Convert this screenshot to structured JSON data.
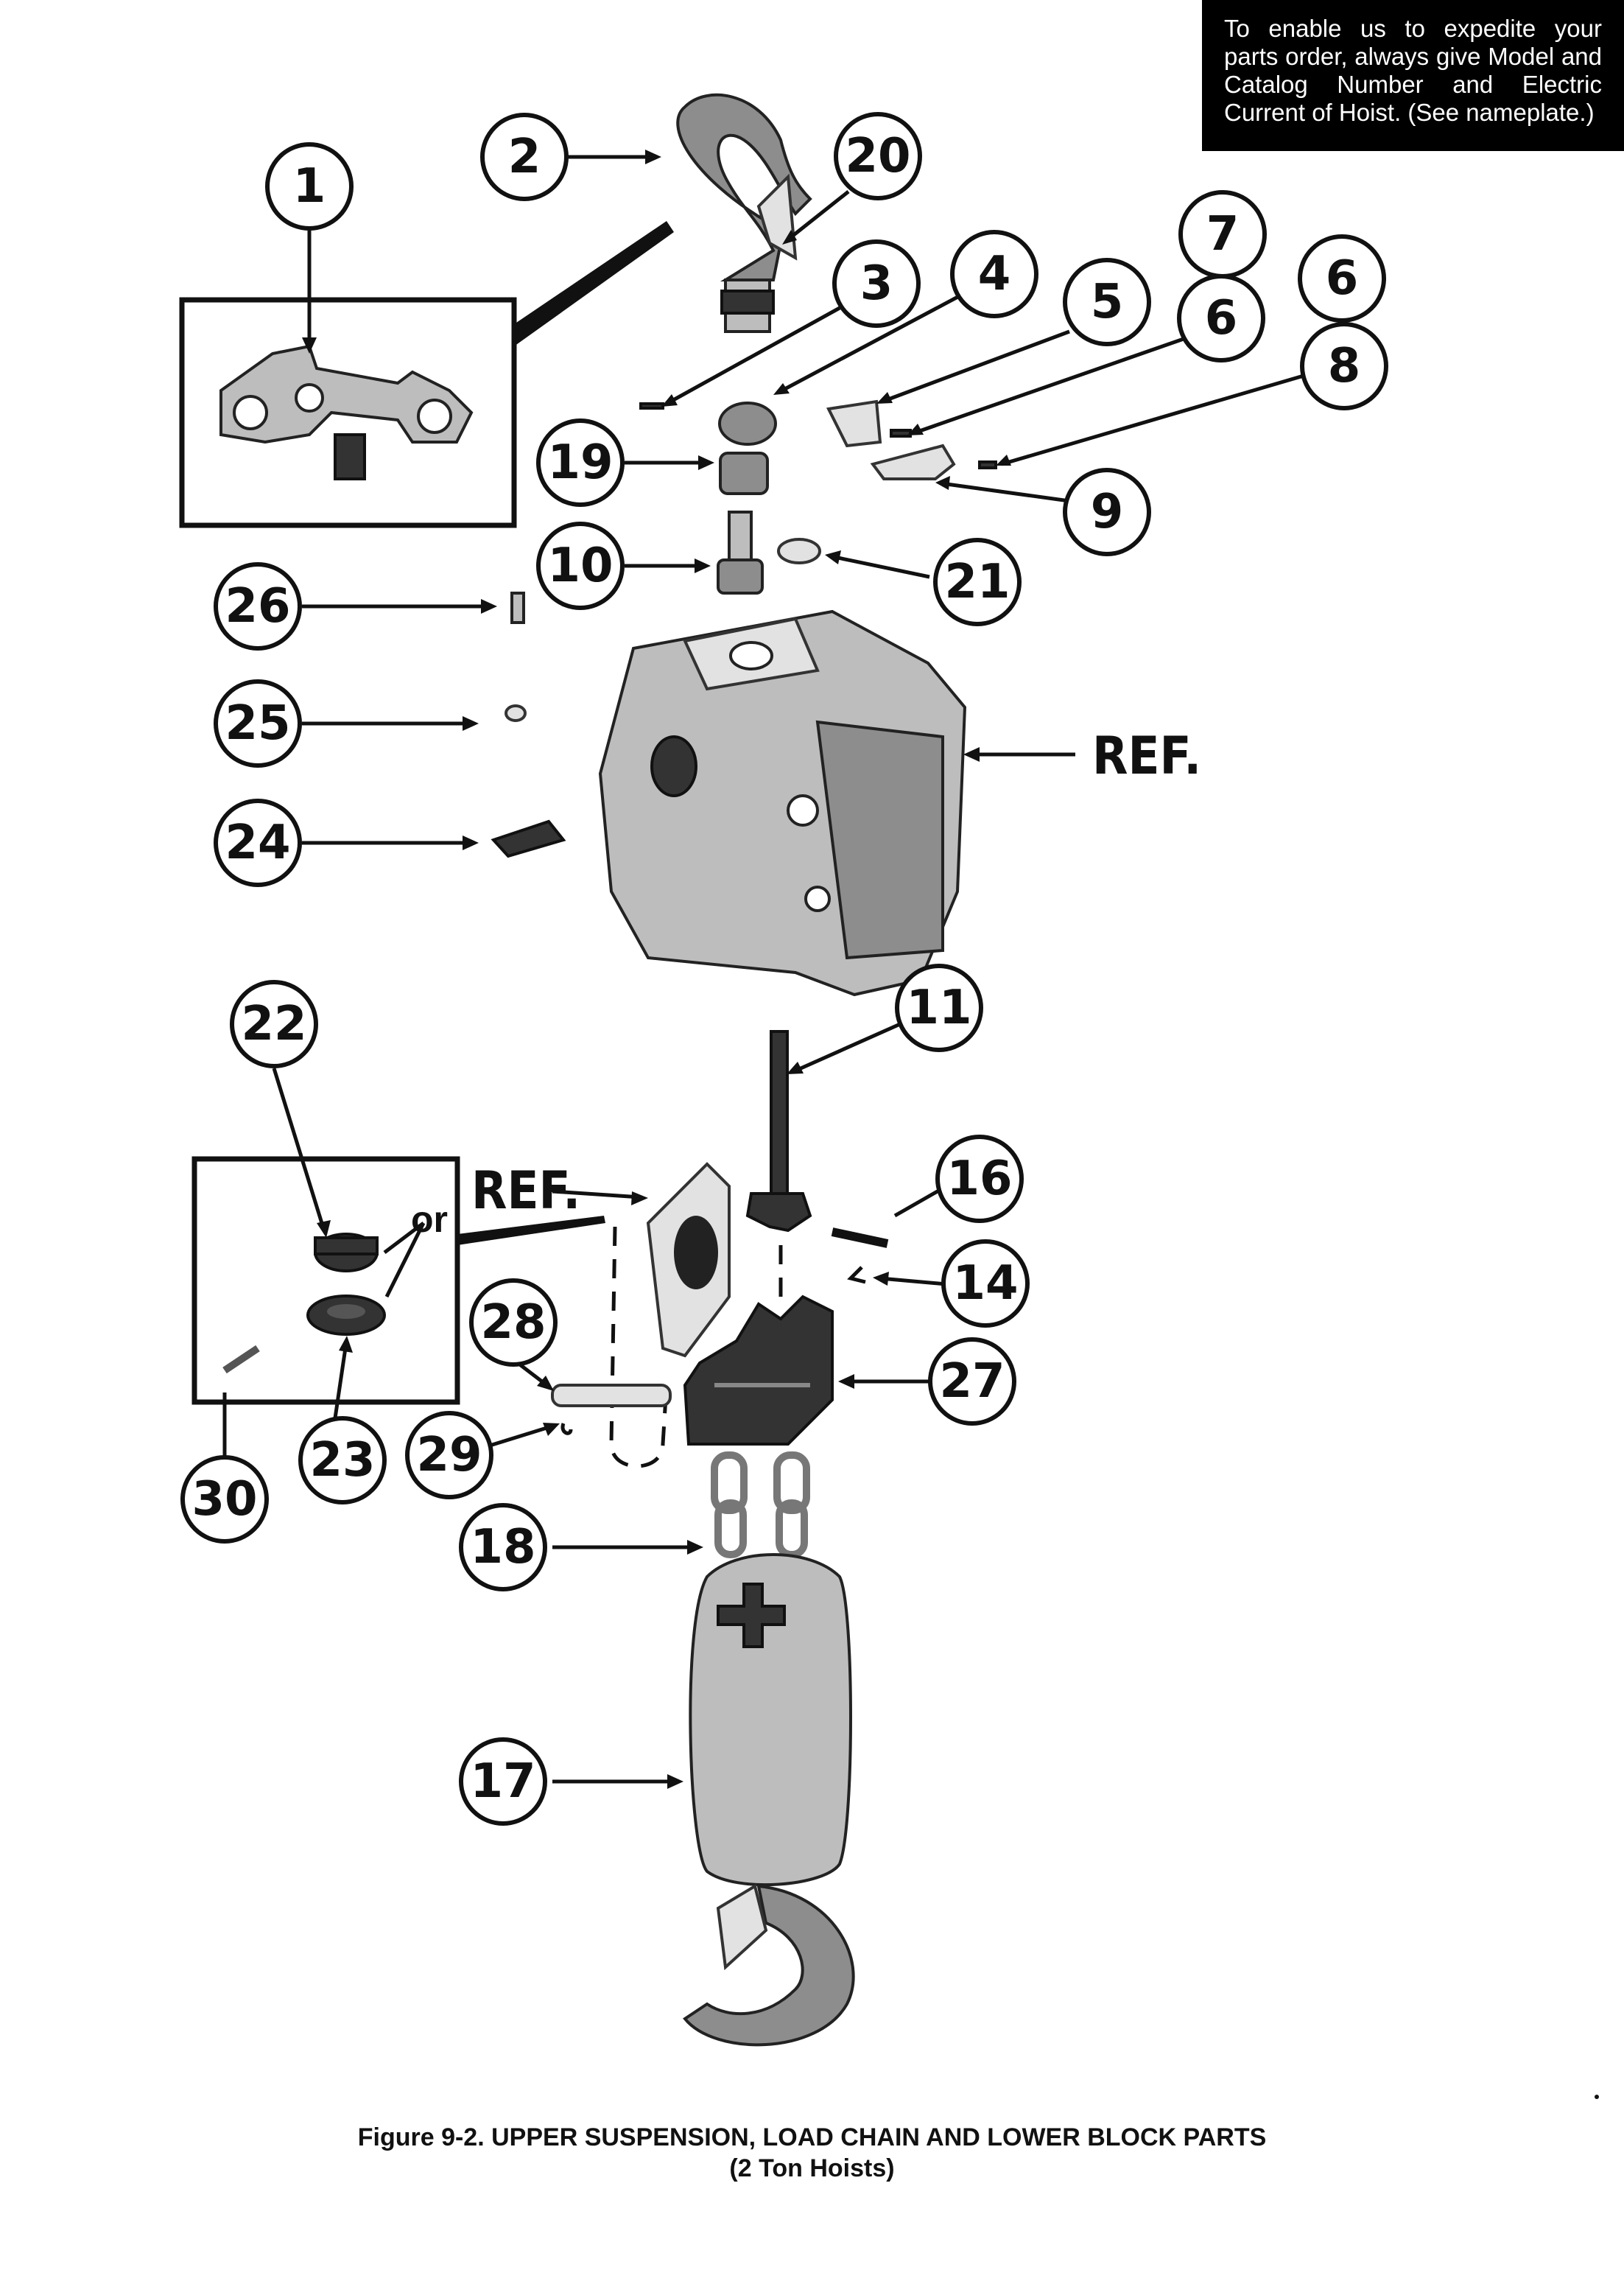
{
  "note": {
    "text": "To enable us to expedite your parts order, always give Model and Catalog Number and Electric Current of Hoist. (See nameplate.)"
  },
  "caption": {
    "line1": "Figure 9-2. UPPER SUSPENSION, LOAD CHAIN AND LOWER BLOCK PARTS",
    "line2": "(2 Ton Hoists)"
  },
  "labels": {
    "ref_housing": "REF.",
    "ref_bracket": "REF.",
    "or": "or"
  },
  "callouts": [
    {
      "id": "c1",
      "number": "1"
    },
    {
      "id": "c2",
      "number": "2"
    },
    {
      "id": "c20",
      "number": "20"
    },
    {
      "id": "c3",
      "number": "3"
    },
    {
      "id": "c4",
      "number": "4"
    },
    {
      "id": "c5",
      "number": "5"
    },
    {
      "id": "c7",
      "number": "7"
    },
    {
      "id": "c6a",
      "number": "6"
    },
    {
      "id": "c6b",
      "number": "6"
    },
    {
      "id": "c8",
      "number": "8"
    },
    {
      "id": "c19",
      "number": "19"
    },
    {
      "id": "c9",
      "number": "9"
    },
    {
      "id": "c10",
      "number": "10"
    },
    {
      "id": "c21",
      "number": "21"
    },
    {
      "id": "c26",
      "number": "26"
    },
    {
      "id": "c25",
      "number": "25"
    },
    {
      "id": "c24",
      "number": "24"
    },
    {
      "id": "c11",
      "number": "11"
    },
    {
      "id": "c22",
      "number": "22"
    },
    {
      "id": "c16",
      "number": "16"
    },
    {
      "id": "c14",
      "number": "14"
    },
    {
      "id": "c28",
      "number": "28"
    },
    {
      "id": "c27",
      "number": "27"
    },
    {
      "id": "c23",
      "number": "23"
    },
    {
      "id": "c29",
      "number": "29"
    },
    {
      "id": "c30",
      "number": "30"
    },
    {
      "id": "c18",
      "number": "18"
    },
    {
      "id": "c17",
      "number": "17"
    }
  ]
}
